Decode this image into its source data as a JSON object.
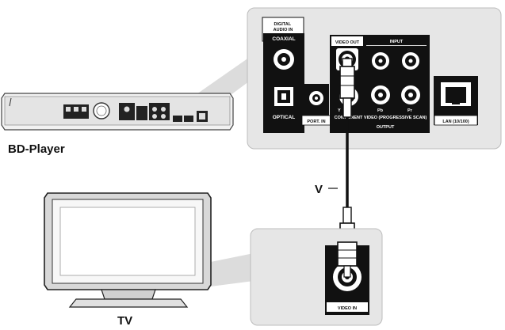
{
  "labels": {
    "bd_player": "BD-Player",
    "tv": "TV",
    "cable": "V"
  },
  "back_panel": {
    "digital_audio_in": "DIGITAL\nAUDIO IN",
    "coaxial": "COAXIAL",
    "optical": "OPTICAL",
    "port_in": "PORT. IN",
    "video_out": "VIDEO OUT",
    "input": "INPUT",
    "pb": "Pb",
    "pr": "Pr",
    "y": "Y",
    "component_label": "COMPONENT VIDEO (PROGRESSIVE SCAN)",
    "output": "OUTPUT",
    "lan": "LAN (10/100)"
  },
  "tv_panel": {
    "video_in": "VIDEO IN"
  },
  "colors": {
    "panel_fill": "#e6e6e6",
    "panel_border": "#bcbcbc",
    "ink": "#111111"
  },
  "icons": [
    "rca-jack-icon",
    "optical-jack-icon",
    "lan-port-icon",
    "rca-plug-icon",
    "cable-icon"
  ]
}
